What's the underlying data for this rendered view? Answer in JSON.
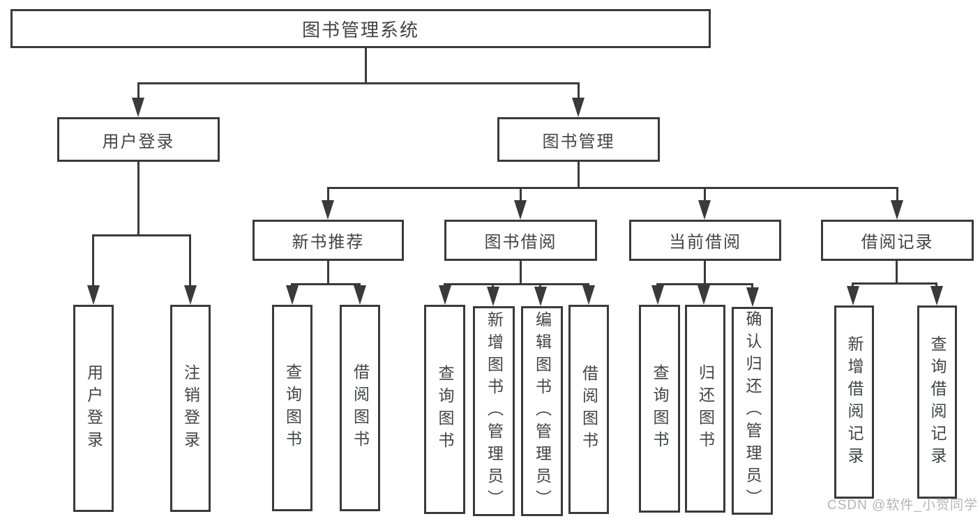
{
  "colors": {
    "line": "#3a3a3a",
    "text": "#404448",
    "watermark": "#b4b4b4"
  },
  "diagram": {
    "root": {
      "label": "图书管理系统"
    },
    "branches": {
      "user_login": {
        "label": "用户登录",
        "children": {
          "login": {
            "label": "用户登录"
          },
          "logout": {
            "label": "注销登录"
          }
        }
      },
      "book_management": {
        "label": "图书管理",
        "children": {
          "new_book_recommend": {
            "label": "新书推荐",
            "children": {
              "query_book": {
                "label": "查询图书"
              },
              "borrow_book": {
                "label": "借阅图书"
              }
            }
          },
          "book_borrowing": {
            "label": "图书借阅",
            "children": {
              "query_book": {
                "label": "查询图书"
              },
              "add_book_admin": {
                "label": "新增图书（管理员）"
              },
              "edit_book_admin": {
                "label": "编辑图书（管理员）"
              },
              "borrow_book": {
                "label": "借阅图书"
              }
            }
          },
          "current_borrowing": {
            "label": "当前借阅",
            "children": {
              "query_book": {
                "label": "查询图书"
              },
              "return_book": {
                "label": "归还图书"
              },
              "confirm_return_admin": {
                "label": "确认归还（管理员）"
              }
            }
          },
          "borrowing_records": {
            "label": "借阅记录",
            "children": {
              "add_record": {
                "label": "新增借阅记录"
              },
              "query_record": {
                "label": "查询借阅记录"
              }
            }
          }
        }
      }
    }
  },
  "watermark": {
    "text": "CSDN @软件_小贺同学"
  }
}
